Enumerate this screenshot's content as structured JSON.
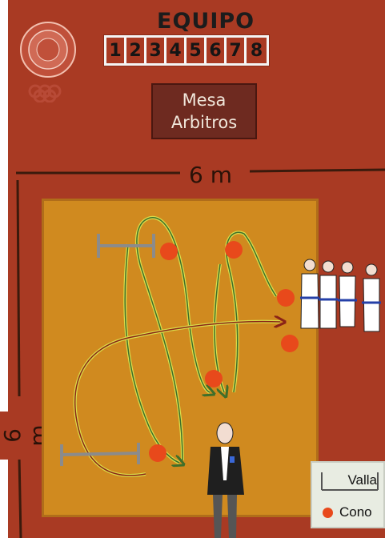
{
  "header": {
    "team_title": "EQUIPO",
    "team_numbers": [
      "1",
      "2",
      "3",
      "4",
      "5",
      "6",
      "7",
      "8"
    ],
    "judges_table": [
      "Mesa",
      "Arbitros"
    ]
  },
  "field": {
    "width_label": "6 m",
    "height_label": "6 m"
  },
  "legend": {
    "hurdle_label": "Valla",
    "cone_label": "Cono"
  },
  "colors": {
    "background": "#a93a23",
    "field": "#d08a1f",
    "cone": "#e8491b",
    "hurdle": "#8b8b8b",
    "path_yellow": "#d9dc4a",
    "path_green": "#3f6f2a",
    "path_red": "#8a2317",
    "table": "#6e2a20"
  }
}
